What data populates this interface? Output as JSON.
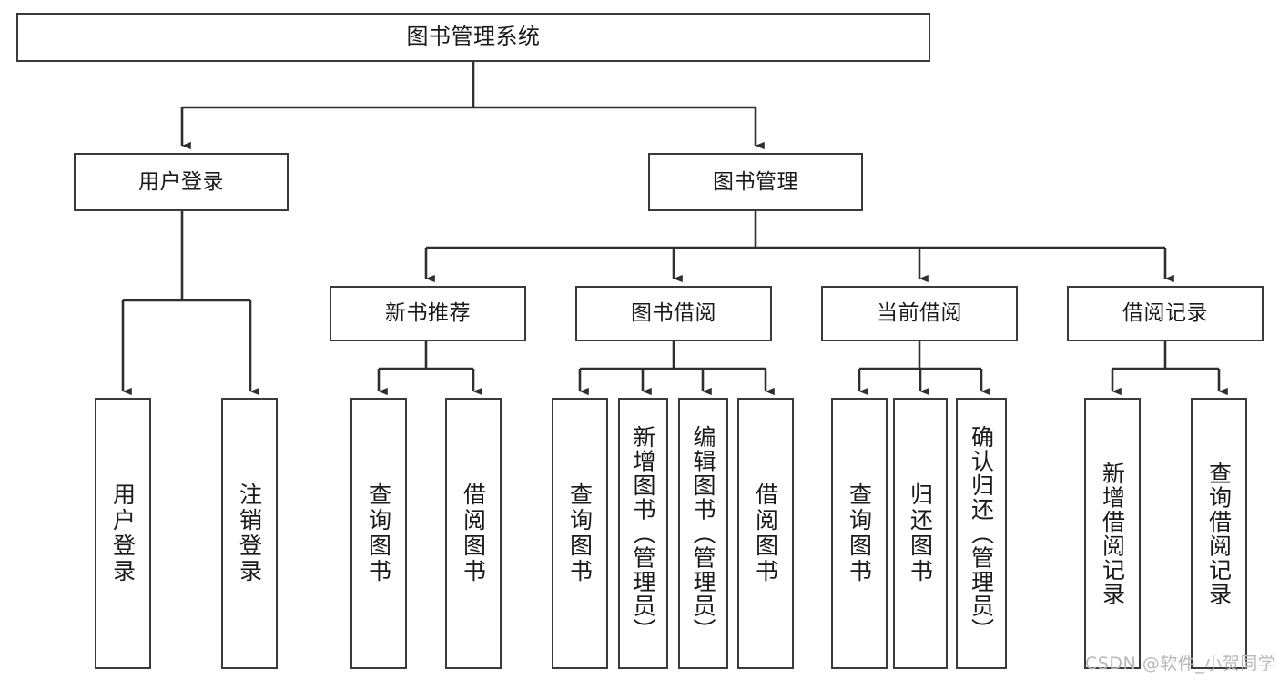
{
  "diagram": {
    "title": "图书管理系统",
    "type": "hierarchy-tree",
    "watermark": "CSDN @软件_小贺同学",
    "line_color": "#3a3a3a",
    "box_fill": "#ffffff",
    "text_color": "#1a1a1a"
  },
  "nodes": {
    "root": {
      "label": "图书管理系统",
      "level": 1
    },
    "level2": [
      {
        "id": "user-login",
        "label": "用户登录"
      },
      {
        "id": "book-manage",
        "label": "图书管理"
      }
    ],
    "level3": [
      {
        "id": "new-book-recommend",
        "label": "新书推荐"
      },
      {
        "id": "book-borrow",
        "label": "图书借阅"
      },
      {
        "id": "current-borrow",
        "label": "当前借阅"
      },
      {
        "id": "borrow-record",
        "label": "借阅记录"
      }
    ],
    "leaves": {
      "user_login": [
        {
          "id": "leaf-user-login",
          "label": "用户登录"
        },
        {
          "id": "leaf-logout-login",
          "label": "注销登录"
        }
      ],
      "new_book_recommend": [
        {
          "id": "leaf-query-book-1",
          "label": "查询图书"
        },
        {
          "id": "leaf-borrow-book-1",
          "label": "借阅图书"
        }
      ],
      "book_borrow": [
        {
          "id": "leaf-query-book-2",
          "label": "查询图书"
        },
        {
          "id": "leaf-add-book",
          "label": "新增图书（管理员）"
        },
        {
          "id": "leaf-edit-book",
          "label": "编辑图书（管理员）"
        },
        {
          "id": "leaf-borrow-book-2",
          "label": "借阅图书"
        }
      ],
      "current_borrow": [
        {
          "id": "leaf-query-book-3",
          "label": "查询图书"
        },
        {
          "id": "leaf-return-book",
          "label": "归还图书"
        },
        {
          "id": "leaf-confirm-return",
          "label": "确认归还（管理员）"
        }
      ],
      "borrow_record": [
        {
          "id": "leaf-add-record",
          "label": "新增借阅记录"
        },
        {
          "id": "leaf-query-record",
          "label": "查询借阅记录"
        }
      ]
    }
  }
}
